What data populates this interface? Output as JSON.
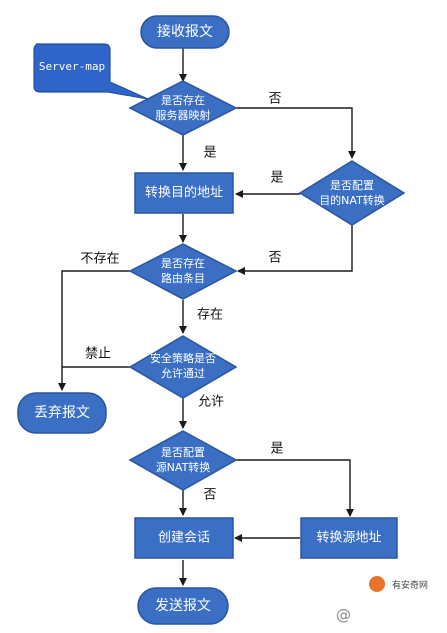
{
  "colors": {
    "node_fill": "#3a6fc4",
    "node_stroke": "#2a55a0",
    "edge": "#1a1a1a",
    "callout_fill": "#2f65c8",
    "watermark_bg": "#ffffff"
  },
  "nodes": {
    "receive": "接收报文",
    "server_map_decision": [
      "是否存在",
      "服务器映射"
    ],
    "dest_nat_decision": [
      "是否配置",
      "目的NAT转换"
    ],
    "translate_dest": "转换目的地址",
    "route_decision": [
      "是否存在",
      "路由条目"
    ],
    "policy_decision": [
      "安全策略是否",
      "允许通过"
    ],
    "discard": "丢弃报文",
    "src_nat_decision": [
      "是否配置",
      "源NAT转换"
    ],
    "translate_src": "转换源地址",
    "create_session": "创建会话",
    "send": "发送报文"
  },
  "callout": "Server-map",
  "edges": {
    "server_map_no": "否",
    "server_map_yes": "是",
    "dest_nat_yes": "是",
    "dest_nat_no": "否",
    "route_missing": "不存在",
    "route_exists": "存在",
    "policy_deny": "禁止",
    "policy_allow": "允许",
    "src_nat_yes": "是",
    "src_nat_no": "否"
  },
  "watermark": {
    "brand": "有安奇网",
    "handle": "@"
  }
}
